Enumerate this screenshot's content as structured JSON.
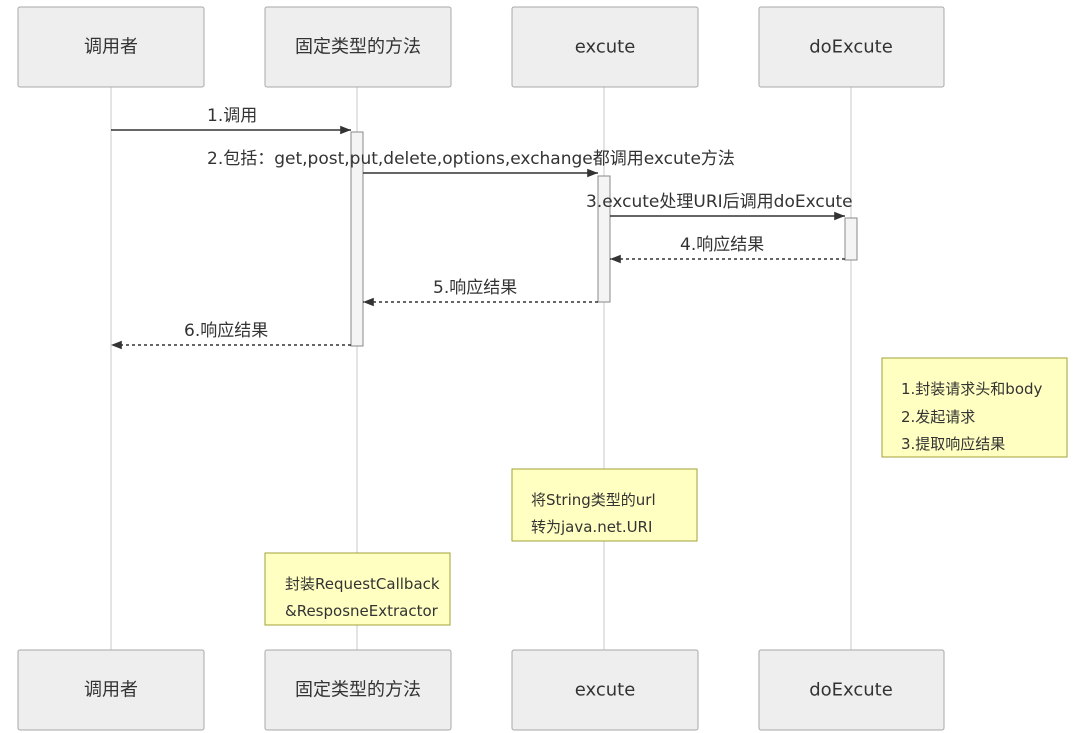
{
  "actors": [
    {
      "id": "caller",
      "label": "调用者"
    },
    {
      "id": "fixed",
      "label": "固定类型的方法"
    },
    {
      "id": "excute",
      "label": "excute"
    },
    {
      "id": "doexcute",
      "label": "doExcute"
    }
  ],
  "messages": [
    {
      "label": "1.调用",
      "style": "solid"
    },
    {
      "label": "2.包括：get,post,put,delete,options,exchange都调用excute方法",
      "style": "solid"
    },
    {
      "label": "3.excute处理URI后调用doExcute",
      "style": "solid"
    },
    {
      "label": "4.响应结果",
      "style": "dashed"
    },
    {
      "label": "5.响应结果",
      "style": "dashed"
    },
    {
      "label": "6.响应结果",
      "style": "dashed"
    }
  ],
  "notes": [
    {
      "lines": [
        "1.封装请求头和body",
        "2.发起请求",
        "3.提取响应结果"
      ]
    },
    {
      "lines": [
        "将String类型的url",
        "转为java.net.URI"
      ]
    },
    {
      "lines": [
        "封装RequestCallback",
        "&ResposneExtractor"
      ]
    }
  ]
}
